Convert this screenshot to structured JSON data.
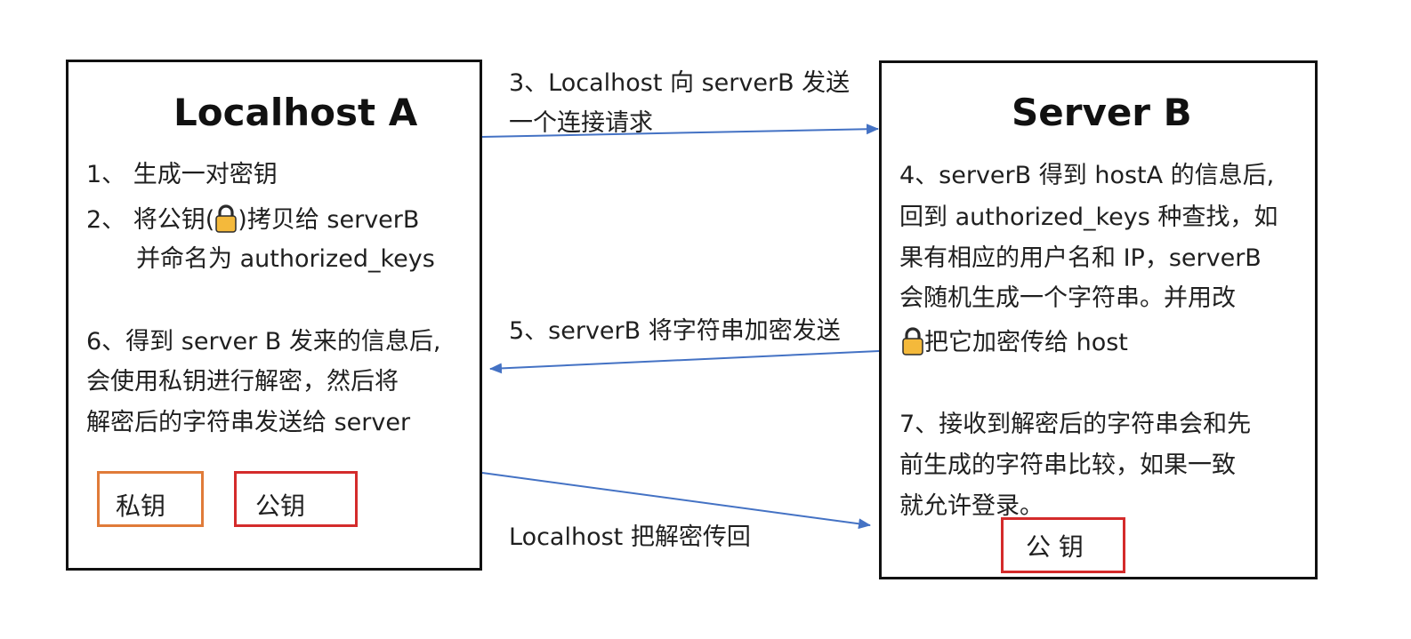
{
  "localhost": {
    "title": "Localhost A",
    "step1": "1、 生成一对密钥",
    "step2_prefix": "2、 将公钥(",
    "step2_suffix": ")拷贝给  serverB",
    "step2_line2": "并命名为 authorized_keys",
    "step6_line1": "6、得到 server B 发来的信息后,",
    "step6_line2": "会使用私钥进行解密，然后将",
    "step6_line3": "解密后的字符串发送给 server",
    "private_key_label": "私钥",
    "public_key_label": "公钥"
  },
  "server": {
    "title": "Server B",
    "step4_line1": "4、serverB 得到 hostA 的信息后,",
    "step4_line2": "回到 authorized_keys 种查找，如",
    "step4_line3": "果有相应的用户名和 IP，serverB",
    "step4_line4": "会随机生成一个字符串。并用改",
    "step4_line5_suffix": "把它加密传给 host",
    "step7_line1": "7、接收到解密后的字符串会和先",
    "step7_line2": "前生成的字符串比较，如果一致",
    "step7_line3": "就允许登录。",
    "public_key_label": "公  钥"
  },
  "arrows": {
    "step3_line1": "3、Localhost 向 serverB 发送",
    "step3_line2": "一个连接请求",
    "step5": "5、serverB 将字符串加密发送",
    "return_label": "Localhost 把解密传回"
  },
  "colors": {
    "arrow": "#4472c4",
    "private_key_border": "#e07b39",
    "public_key_border": "#d42b2b",
    "lock_body": "#f4b93b",
    "lock_shackle": "#2b2b2b"
  },
  "icons": {
    "lock": "lock-icon"
  }
}
